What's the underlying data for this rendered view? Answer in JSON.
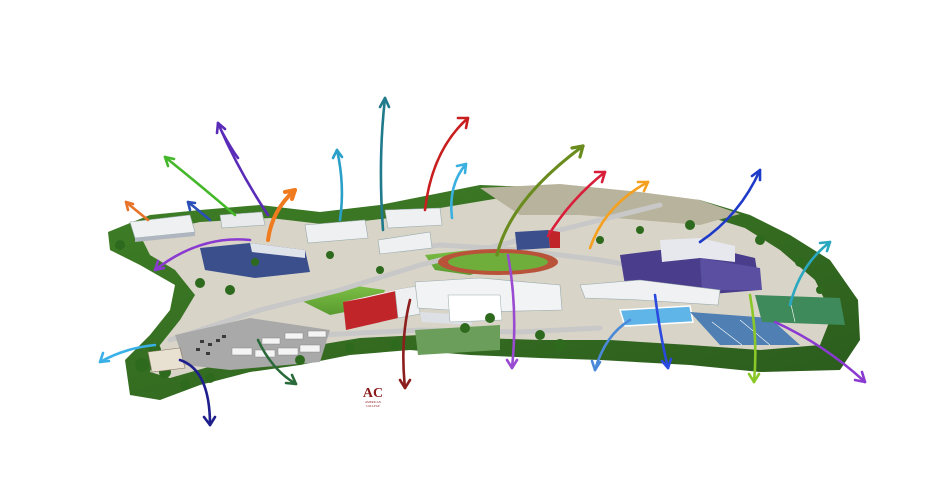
{
  "scene": {
    "name": "campus-aerial-map",
    "colors": {
      "grass_dark": "#2f6b1f",
      "grass_light": "#6fae3a",
      "road": "#bfbfbf",
      "track": "#b8533a",
      "building_white": "#eef0f2",
      "building_blue": "#3a4f8c",
      "building_red": "#c0252a",
      "pool": "#5fb4e8",
      "tennis": "#4f7fb3"
    },
    "arrows": [
      {
        "id": "arrow-orange-left",
        "color": "#e8742a"
      },
      {
        "id": "arrow-green-left",
        "color": "#45b72a"
      },
      {
        "id": "arrow-blue-left",
        "color": "#2a4fb8"
      },
      {
        "id": "arrow-purple-top",
        "color": "#5a2ab8"
      },
      {
        "id": "arrow-orange-mid",
        "color": "#f07a1e"
      },
      {
        "id": "arrow-teal-1",
        "color": "#2aa0c8"
      },
      {
        "id": "arrow-teal-tall",
        "color": "#1f7a8c"
      },
      {
        "id": "arrow-red-top",
        "color": "#c81e1e"
      },
      {
        "id": "arrow-skyblue",
        "color": "#3ab0e0"
      },
      {
        "id": "arrow-olive",
        "color": "#6a8c1e"
      },
      {
        "id": "arrow-red-right",
        "color": "#d81e3a"
      },
      {
        "id": "arrow-orange-right",
        "color": "#f5a01e"
      },
      {
        "id": "arrow-blue-right",
        "color": "#1e3ac8"
      },
      {
        "id": "arrow-cyan-right",
        "color": "#2aa8c0"
      },
      {
        "id": "arrow-purple-bottomleft",
        "color": "#8a3ad0"
      },
      {
        "id": "arrow-skyblue-left",
        "color": "#3ab0e8"
      },
      {
        "id": "arrow-navy-bottom",
        "color": "#1e1e8c"
      },
      {
        "id": "arrow-darkgreen-bottom",
        "color": "#2a6a3a"
      },
      {
        "id": "arrow-darkred-bottom",
        "color": "#8c1e1e"
      },
      {
        "id": "arrow-violet-bottom",
        "color": "#9a4ad0"
      },
      {
        "id": "arrow-lightblue-bottom",
        "color": "#4a8ad8"
      },
      {
        "id": "arrow-blue-bottom",
        "color": "#2a4ae0"
      },
      {
        "id": "arrow-lime-bottom",
        "color": "#8ac82a"
      },
      {
        "id": "arrow-purple-bottomright",
        "color": "#8a3ad0"
      }
    ]
  },
  "logo": {
    "monogram": "AC",
    "line1": "AMERICAN",
    "line2": "COLLEGE"
  }
}
